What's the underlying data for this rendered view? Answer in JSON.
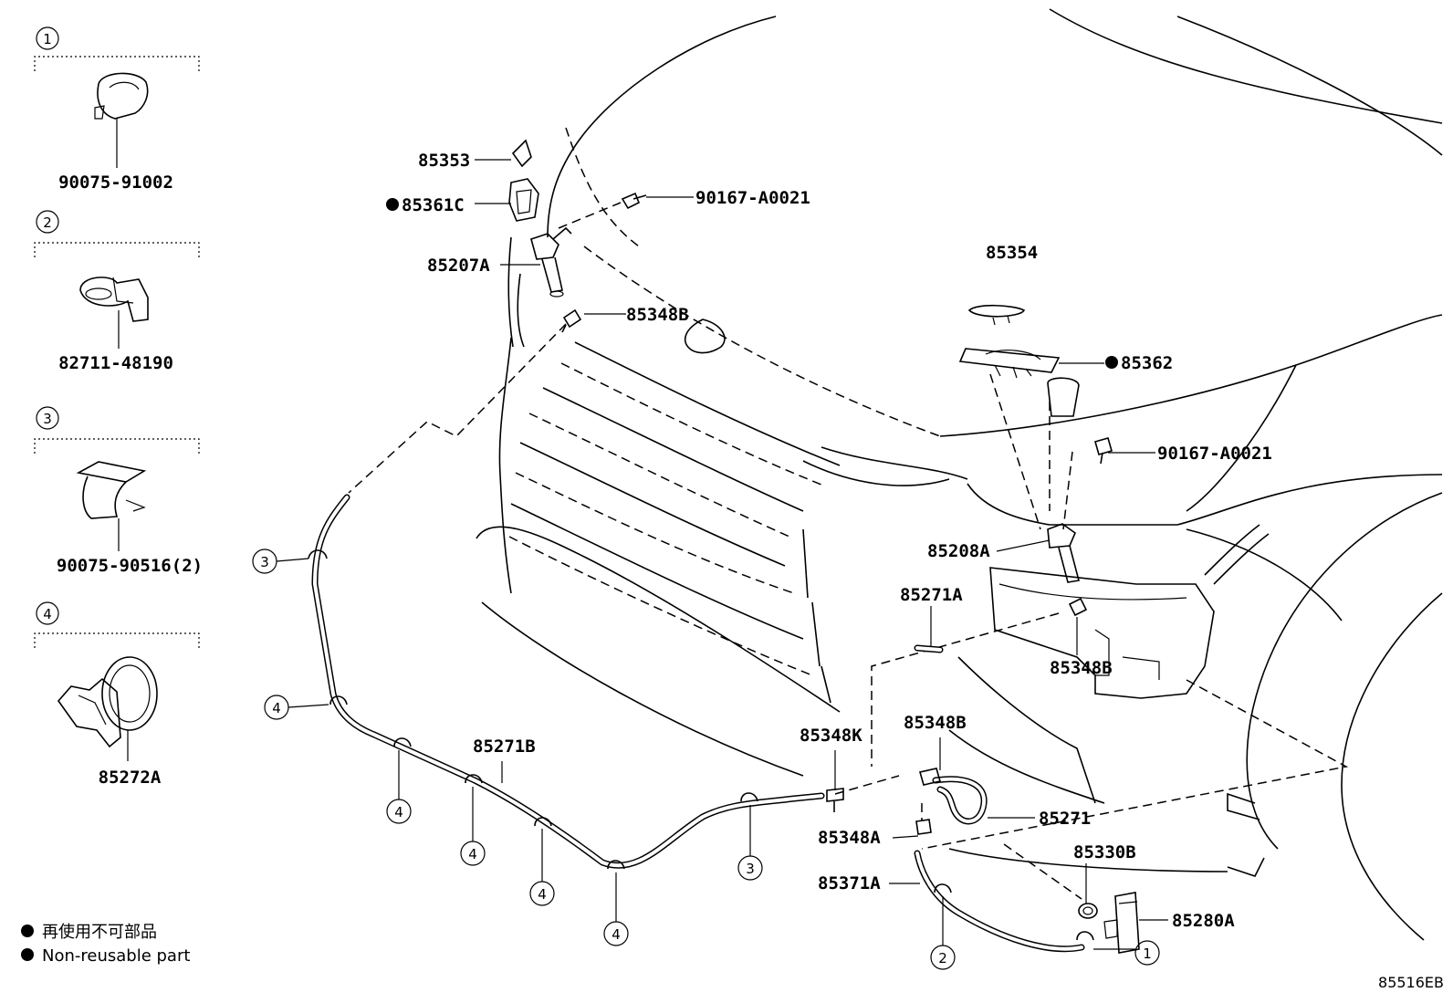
{
  "diagram_code": "85516EB",
  "legend": {
    "symbol": "●",
    "text_jp": "再使用不可部品",
    "text_en": "Non-reusable part"
  },
  "side_panels": [
    {
      "num": "1",
      "part": "90075-91002"
    },
    {
      "num": "2",
      "part": "82711-48190"
    },
    {
      "num": "3",
      "part": "90075-90516(2)"
    },
    {
      "num": "4",
      "part": "85272A"
    }
  ],
  "parts": {
    "p85353": "85353",
    "p85361c": "85361C",
    "p90167a": "90167-A0021",
    "p85207a": "85207A",
    "p85348b_top": "85348B",
    "p85354": "85354",
    "p85362": "85362",
    "p90167b": "90167-A0021",
    "p85208a": "85208A",
    "p85271a": "85271A",
    "p85348b_mid": "85348B",
    "p85271b": "85271B",
    "p85348k": "85348K",
    "p85348b_low": "85348B",
    "p85271": "85271",
    "p85348a": "85348A",
    "p85330b": "85330B",
    "p85371a": "85371A",
    "p85280a": "85280A"
  },
  "callouts": {
    "c3_top": "3",
    "c4_left": "4",
    "c4_a": "4",
    "c4_b": "4",
    "c4_c": "4",
    "c4_d": "4",
    "c3_right": "3",
    "c2": "2",
    "c1": "1"
  }
}
